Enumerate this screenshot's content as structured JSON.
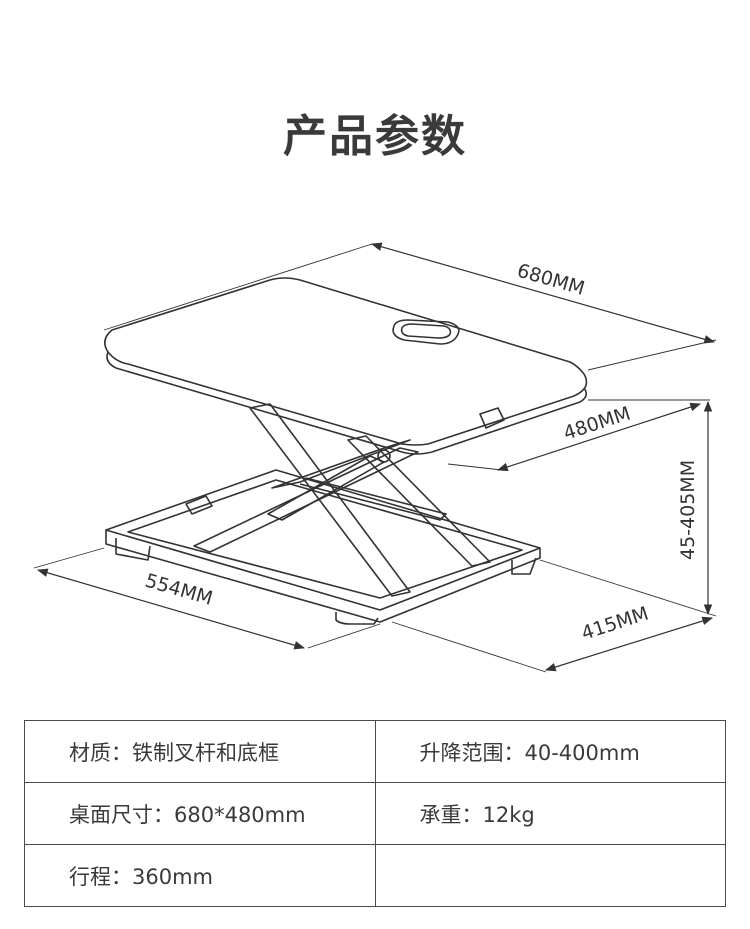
{
  "title": "产品参数",
  "dimensions": {
    "top_width": "680MM",
    "top_depth": "480MM",
    "height_range": "45-405MM",
    "base_width": "554MM",
    "base_depth": "415MM"
  },
  "specs": [
    [
      "材质：铁制叉杆和底框",
      "升降范围：40-400mm"
    ],
    [
      "桌面尺寸：680*480mm",
      "承重：12kg"
    ],
    [
      "行程：360mm",
      ""
    ]
  ]
}
